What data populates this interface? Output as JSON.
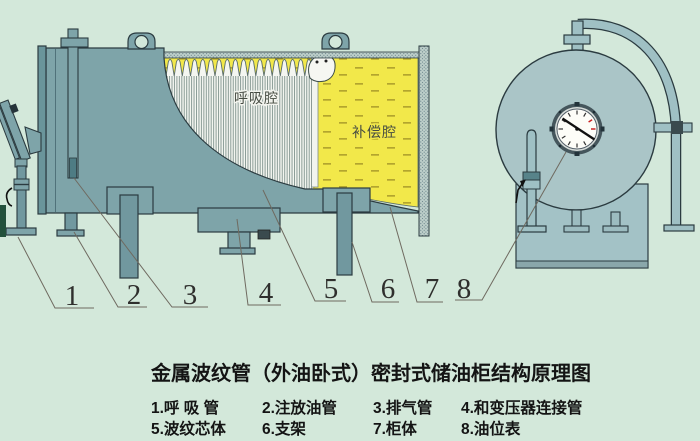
{
  "title": "金属波纹管（外油卧式）密封式储油柜结构原理图",
  "legend": {
    "row1": [
      "1.呼 吸 管",
      "2.注放油管",
      "3.排气管",
      "4.和变压器连接管"
    ],
    "row2": [
      "5.波纹芯体",
      "6.支架",
      "7.柜体",
      "8.油位表"
    ]
  },
  "tank": {
    "breathing_chamber_label": "呼吸腔",
    "compensation_chamber_label": "补偿腔"
  },
  "callouts": [
    "1",
    "2",
    "3",
    "4",
    "5",
    "6",
    "7",
    "8"
  ],
  "colors": {
    "background": "#d3e8da",
    "tank_body": "#7ea4a9",
    "oil_yellow": "#f2e84a",
    "bellows_white": "#f4f6f1",
    "outline": "#2b3b40"
  }
}
